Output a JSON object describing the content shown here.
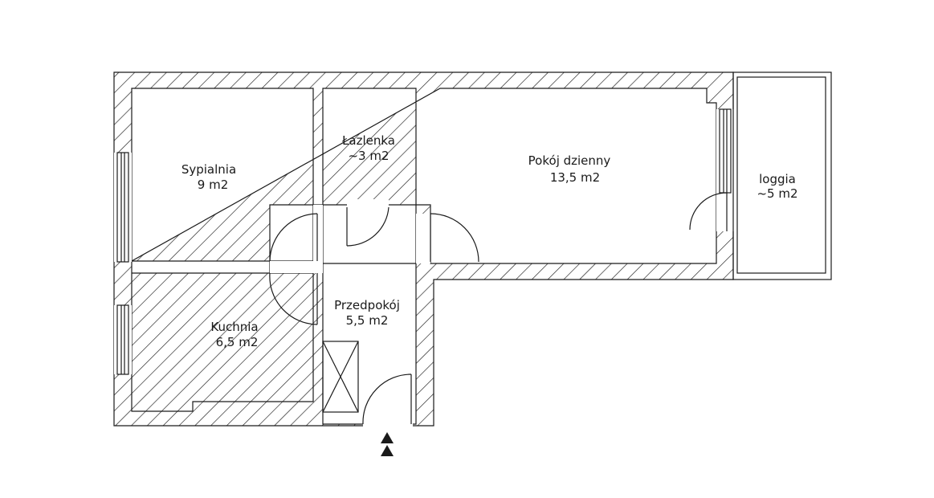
{
  "rooms": {
    "sypialnia": {
      "name": "Sypialnia",
      "area": "9 m2"
    },
    "lazienka": {
      "name": "Łazlenka",
      "area": "~3 m2"
    },
    "pokoj": {
      "name": "Pokój dzienny",
      "area": "13,5 m2"
    },
    "loggia": {
      "name": "loggia",
      "area": "~5 m2"
    },
    "kuchnia": {
      "name": "Kuchnia",
      "area": "6,5 m2"
    },
    "przedpokoj": {
      "name": "Przedpokój",
      "area": "5,5 m2"
    }
  },
  "icons": {
    "entrance": "double-triangle-entrance-arrow-icon"
  },
  "colors": {
    "line": "#1a1a1a",
    "background": "#ffffff"
  }
}
